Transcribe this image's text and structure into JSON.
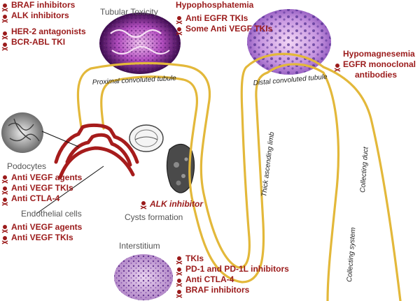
{
  "colors": {
    "drug_red": "#9b1b1b",
    "tubule": "#e3b83a",
    "vessel": "#a61c1c"
  },
  "skull_icon": "skull-crossbones-icon",
  "top_left_drugs": [
    "BRAF inhibitors",
    "ALK inhibitors",
    "HER-2 antagonists",
    "BCR-ABL TKI"
  ],
  "tubular_toxicity": "Tubular Toxicity",
  "hypophosphatemia": {
    "title": "Hypophosphatemia",
    "drugs": [
      "Anti EGFR TKIs",
      "Some Anti VEGF TKIs"
    ]
  },
  "hypomagnesemia": {
    "title": "Hypomagnesemia",
    "drugs": [
      "EGFR monoclonal",
      "antibodies"
    ]
  },
  "proximal": "Proximal convoluted tubule",
  "distal": "Distal convoluted tubule",
  "thick_limb": "Thick ascending limb",
  "collecting_duct": "Collecting duct",
  "collecting_system": "Collecting system",
  "podocytes": {
    "title": "Podocytes",
    "drugs": [
      "Anti VEGF agents",
      "Anti VEGF TKIs",
      "Anti CTLA-4"
    ]
  },
  "endothelial": {
    "title": "Endothelial cells",
    "drugs": [
      "Anti VEGF agents",
      "Anti VEGF TKIs"
    ]
  },
  "alk_inhibitor": "ALK inhibitor",
  "cysts": "Cysts formation",
  "interstitium": {
    "title": "Interstitium",
    "drugs": [
      "TKIs",
      "PD-1 and PD-1L inhibitors",
      "Anti CTLA-4",
      "BRAF inhibitors"
    ]
  }
}
